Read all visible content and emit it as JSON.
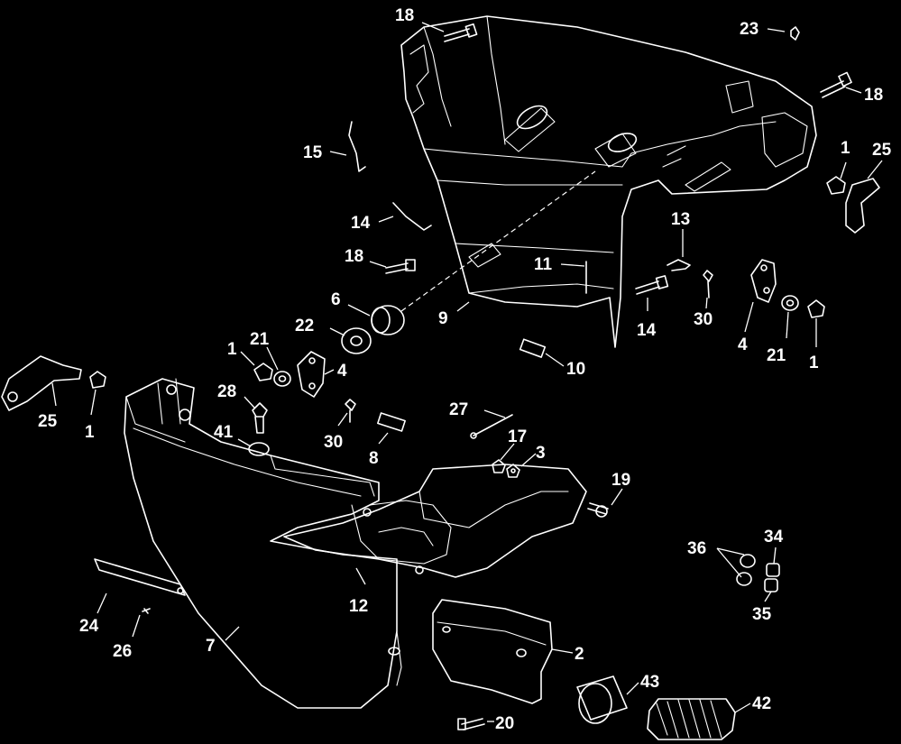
{
  "callouts": [
    "18",
    "23",
    "18",
    "15",
    "1",
    "25",
    "14",
    "13",
    "18",
    "11",
    "14",
    "30",
    "6",
    "22",
    "9",
    "4",
    "21",
    "1",
    "21",
    "1",
    "4",
    "10",
    "25",
    "1",
    "28",
    "30",
    "27",
    "17",
    "3",
    "41",
    "8",
    "19",
    "36",
    "34",
    "12",
    "35",
    "24",
    "26",
    "7",
    "2",
    "43",
    "42",
    "20"
  ],
  "colors": {
    "background": "#000000",
    "line": "#ffffff"
  }
}
